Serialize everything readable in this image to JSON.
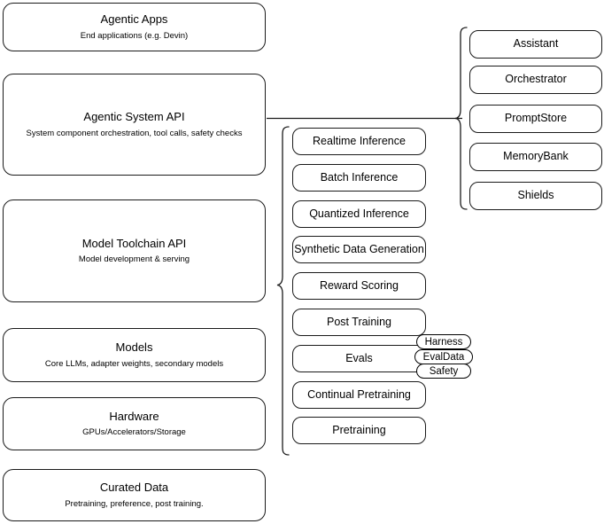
{
  "diagram": {
    "type": "layered-architecture-stack",
    "background": "#ffffff",
    "stroke_color": "#1a1a1a",
    "left_column": [
      {
        "title": "Agentic Apps",
        "subtitle": "End applications (e.g. Devin)"
      },
      {
        "title": "Agentic System API",
        "subtitle": "System component orchestration, tool calls, safety checks"
      },
      {
        "title": "Model Toolchain API",
        "subtitle": "Model development & serving"
      },
      {
        "title": "Models",
        "subtitle": "Core LLMs, adapter weights, secondary models"
      },
      {
        "title": "Hardware",
        "subtitle": "GPUs/Accelerators/Storage"
      },
      {
        "title": "Curated Data",
        "subtitle": "Pretraining, preference, post training."
      }
    ],
    "middle_column": {
      "parent": "Model Toolchain API",
      "items": [
        {
          "label": "Realtime Inference"
        },
        {
          "label": "Batch Inference"
        },
        {
          "label": "Quantized Inference"
        },
        {
          "label": "Synthetic Data Generation"
        },
        {
          "label": "Reward Scoring"
        },
        {
          "label": "Post Training"
        },
        {
          "label": "Evals"
        },
        {
          "label": "Continual Pretraining"
        },
        {
          "label": "Pretraining"
        }
      ]
    },
    "right_column": {
      "parent": "Agentic System API",
      "items": [
        {
          "label": "Assistant"
        },
        {
          "label": "Orchestrator"
        },
        {
          "label": "PromptStore"
        },
        {
          "label": "MemoryBank"
        },
        {
          "label": "Shields"
        }
      ]
    },
    "evals_pills": [
      {
        "label": "Harness"
      },
      {
        "label": "EvalData"
      },
      {
        "label": "Safety"
      }
    ],
    "connectors": [
      {
        "name": "system-api-to-right-brace",
        "kind": "line"
      },
      {
        "name": "right-brace",
        "kind": "curly-brace"
      },
      {
        "name": "middle-brace",
        "kind": "curly-brace"
      }
    ]
  }
}
